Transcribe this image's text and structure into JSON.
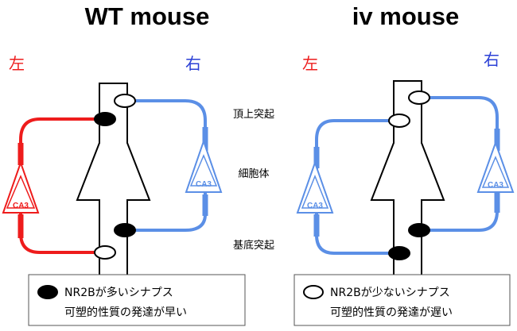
{
  "panels": {
    "wt": {
      "title": "WT mouse",
      "left_label": "左",
      "right_label": "右",
      "ca3_left": "CA3",
      "ca3_right": "CA3"
    },
    "iv": {
      "title": "iv mouse",
      "left_label": "左",
      "right_label": "右",
      "ca3_left": "CA3",
      "ca3_right": "CA3"
    }
  },
  "region_labels": {
    "apical": "頂上突起",
    "soma": "細胞体",
    "basal": "基底突起"
  },
  "legend": {
    "filled": {
      "line1": "NR2Bが多いシナプス",
      "line2": "可塑的性質の発達が早い"
    },
    "open": {
      "line1": "NR2Bが少ないシナプス",
      "line2": "可塑的性質の発達が遅い"
    }
  },
  "colors": {
    "left": "#ee1c1c",
    "right": "#2a3fd6",
    "red_path": "#ee1c1c",
    "blue_path": "#5b8fe6",
    "neuron": "#000000"
  }
}
